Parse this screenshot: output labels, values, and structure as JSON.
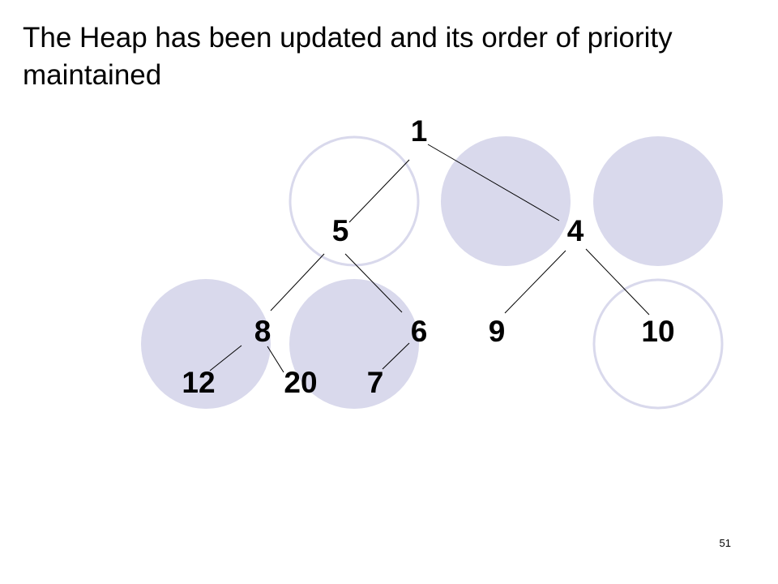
{
  "slide": {
    "title": "The Heap has been updated and its order of priority maintained",
    "page_number": "51"
  },
  "colors": {
    "circle_fill": "#d9d9ec",
    "circle_outline": "#d9d9ec",
    "edge": "#000000",
    "text": "#000000"
  },
  "heap": {
    "nodes": [
      {
        "id": "n1",
        "value": "1"
      },
      {
        "id": "n5",
        "value": "5"
      },
      {
        "id": "n4",
        "value": "4"
      },
      {
        "id": "n8",
        "value": "8"
      },
      {
        "id": "n6",
        "value": "6"
      },
      {
        "id": "n9",
        "value": "9"
      },
      {
        "id": "n10",
        "value": "10"
      },
      {
        "id": "n12",
        "value": "12"
      },
      {
        "id": "n20",
        "value": "20"
      },
      {
        "id": "n7",
        "value": "7"
      }
    ],
    "edges": [
      [
        "n1",
        "n5"
      ],
      [
        "n1",
        "n4"
      ],
      [
        "n5",
        "n8"
      ],
      [
        "n5",
        "n6"
      ],
      [
        "n4",
        "n9"
      ],
      [
        "n4",
        "n10"
      ],
      [
        "n8",
        "n12"
      ],
      [
        "n8",
        "n20"
      ],
      [
        "n6",
        "n7"
      ]
    ]
  }
}
